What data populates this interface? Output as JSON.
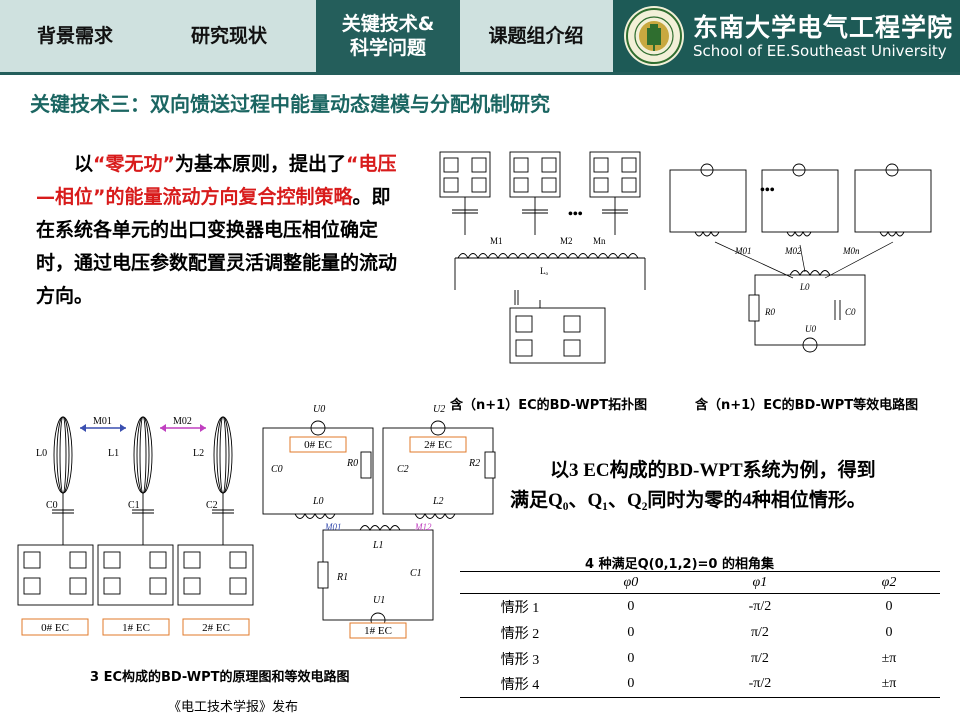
{
  "nav": {
    "tabs": [
      {
        "label": "背景需求"
      },
      {
        "label": "研究现状"
      },
      {
        "label_line1": "关键技术&",
        "label_line2": "科学问题"
      },
      {
        "label": "课题组介绍"
      }
    ],
    "school_cn": "东南大学电气工程学院",
    "school_en": "School of EE.Southeast University"
  },
  "title": "关键技术三：双向馈送过程中能量动态建模与分配机制研究",
  "paragraph": {
    "indent": "以",
    "q1": "“零无功”",
    "p2": "为基本原则，提出了",
    "q2": "“电压—相位”的能量流动方向复合控制策略",
    "p3": "。即在系统各单元的出口变换器电压相位确定时，通过电压参数配置灵活调整能量的流动方向。"
  },
  "captions": {
    "topology": "含（n+1）EC的BD-WPT拓扑图",
    "equivalent": "含（n+1）EC的BD-WPT等效电路图",
    "three_ec": "3 EC构成的BD-WPT的原理图和等效电路图",
    "source": "《电工技术学报》发布"
  },
  "example": {
    "line1": "以3 EC构成的BD-WPT系统为例，得到",
    "line2": "满足Q₀、Q₁、Q₂同时为零的4种相位情形。"
  },
  "angle_table": {
    "caption": "4 种满足Q(0,1,2)=0 的相角集",
    "headers": [
      "",
      "φ0",
      "φ1",
      "φ2"
    ],
    "rows": [
      [
        "情形 1",
        "0",
        "-π/2",
        "0"
      ],
      [
        "情形 2",
        "0",
        "π/2",
        "0"
      ],
      [
        "情形 3",
        "0",
        "π/2",
        "±π"
      ],
      [
        "情形 4",
        "0",
        "-π/2",
        "±π"
      ]
    ]
  },
  "diagram_labels": {
    "ec0": "0# EC",
    "ec1": "1# EC",
    "ec2": "2# EC",
    "m01": "M01",
    "m02": "M02",
    "m12": "M12",
    "l0": "L0",
    "l1": "L1",
    "l2": "L2",
    "c0": "C0",
    "c1": "C1",
    "c2": "C2",
    "r0": "R0",
    "r1": "R1",
    "r2": "R2",
    "u0": "U0",
    "u1": "U1",
    "u2": "U2",
    "ellipsis": "•••",
    "l_o": "Lₒ",
    "mn1": "M1",
    "mn2": "M2",
    "mnn": "Mn",
    "m_01n": "M01",
    "m_02n": "M02",
    "m_0n": "M0n"
  },
  "colors": {
    "header_bg": "#cfe1df",
    "active_tab": "#245e5b",
    "title": "#1b6662",
    "highlight": "#d81b1b",
    "ec_box": "#e07a2a",
    "m01_arrow": "#3a4fb0",
    "m02_arrow": "#c040c0"
  }
}
